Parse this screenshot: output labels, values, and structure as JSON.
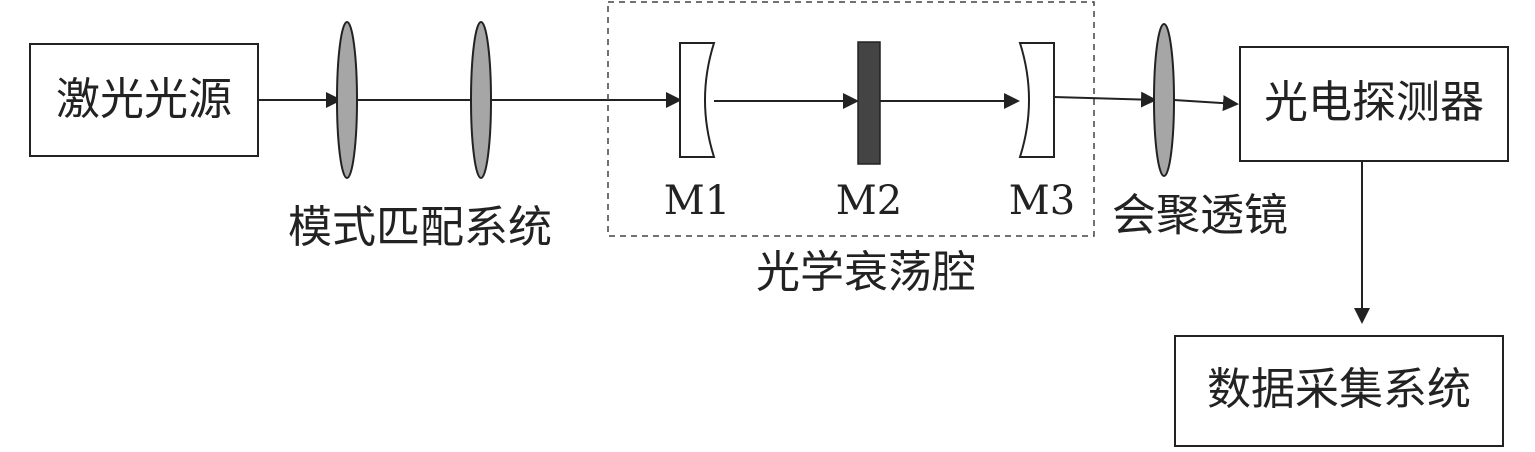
{
  "nodes": {
    "laser": "激光光源",
    "detector": "光电探测器",
    "daq": "数据采集系统"
  },
  "labels": {
    "mode_matching": "模式匹配系统",
    "m1": "M1",
    "m2": "M2",
    "m3": "M3",
    "focusing_lens": "会聚透镜",
    "cavity": "光学衰荡腔"
  },
  "colors": {
    "lens_fill": "#a6a6a6",
    "m2_fill": "#444444",
    "stroke": "#222222",
    "background": "#ffffff"
  }
}
